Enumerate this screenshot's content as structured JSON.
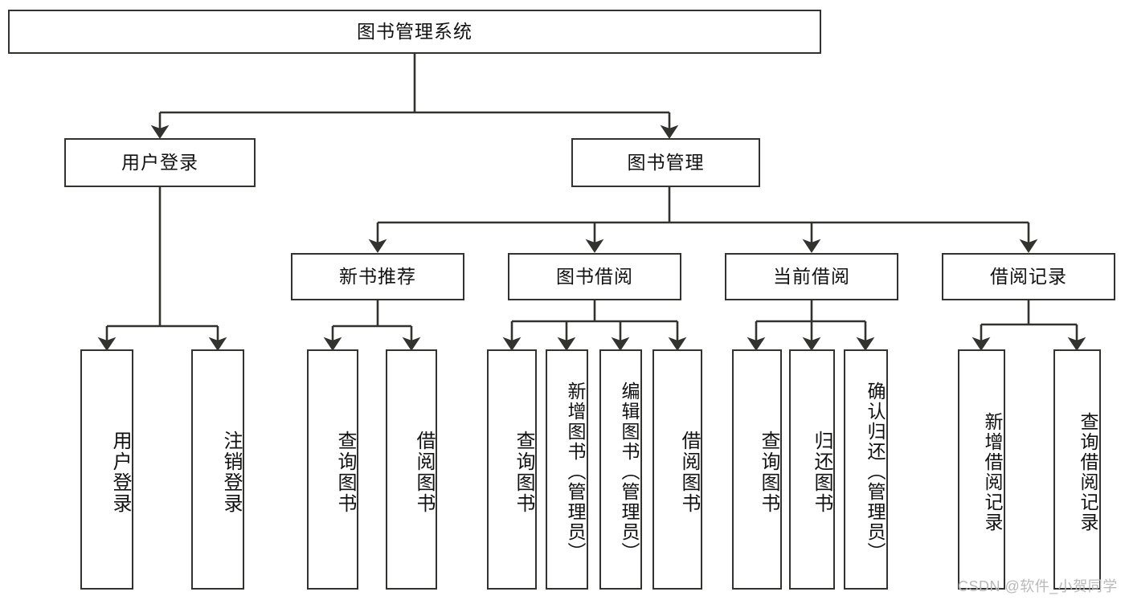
{
  "diagram": {
    "type": "tree",
    "title": "图书管理系统",
    "root": {
      "label": "图书管理系统"
    },
    "level2": [
      {
        "label": "用户登录"
      },
      {
        "label": "图书管理"
      }
    ],
    "level3": [
      {
        "label": "新书推荐"
      },
      {
        "label": "图书借阅"
      },
      {
        "label": "当前借阅"
      },
      {
        "label": "借阅记录"
      }
    ],
    "leaves": [
      {
        "label": "用户登录",
        "parent": "用户登录"
      },
      {
        "label": "注销登录",
        "parent": "用户登录"
      },
      {
        "label": "查询图书",
        "parent": "新书推荐"
      },
      {
        "label": "借阅图书",
        "parent": "新书推荐"
      },
      {
        "label": "查询图书",
        "parent": "图书借阅"
      },
      {
        "label": "新增图书（管理员）",
        "parent": "图书借阅"
      },
      {
        "label": "编辑图书（管理员）",
        "parent": "图书借阅"
      },
      {
        "label": "借阅图书",
        "parent": "图书借阅"
      },
      {
        "label": "查询图书",
        "parent": "当前借阅"
      },
      {
        "label": "归还图书",
        "parent": "当前借阅"
      },
      {
        "label": "确认归还（管理员）",
        "parent": "当前借阅"
      },
      {
        "label": "新增借阅记录",
        "parent": "借阅记录"
      },
      {
        "label": "查询借阅记录",
        "parent": "借阅记录"
      }
    ],
    "watermark": "CSDN @软件_小贺同学",
    "colors": {
      "stroke": "#32322f",
      "fill": "#ffffff",
      "text": "#111111",
      "watermark": "#b9b9b9"
    }
  }
}
